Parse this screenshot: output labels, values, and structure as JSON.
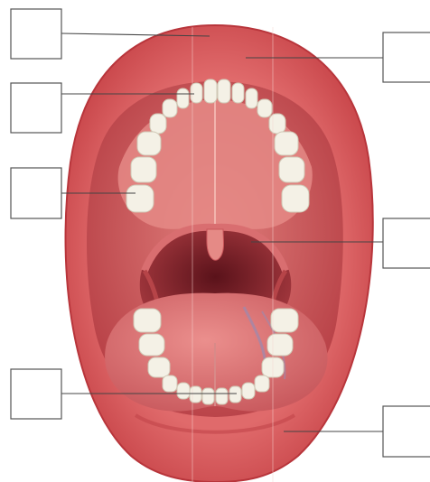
{
  "diagram": {
    "subject": "open-mouth-anatomy",
    "colors": {
      "lip": "#d9575a",
      "lip_dark": "#b8353b",
      "cavity": "#c2484c",
      "palate": "#e58a86",
      "throat": "#7a1e24",
      "tongue": "#d96e70",
      "tooth": "#f4f1e6",
      "tooth_shadow": "#cfc8b5",
      "leader_line": "#444444",
      "box_border": "#555555"
    },
    "label_boxes": [
      {
        "id": "upper-lip",
        "text": ""
      },
      {
        "id": "upper-frenulum",
        "text": ""
      },
      {
        "id": "incisors",
        "text": ""
      },
      {
        "id": "molars",
        "text": ""
      },
      {
        "id": "uvula",
        "text": ""
      },
      {
        "id": "lower-teeth",
        "text": ""
      },
      {
        "id": "lower-lip",
        "text": ""
      }
    ]
  }
}
